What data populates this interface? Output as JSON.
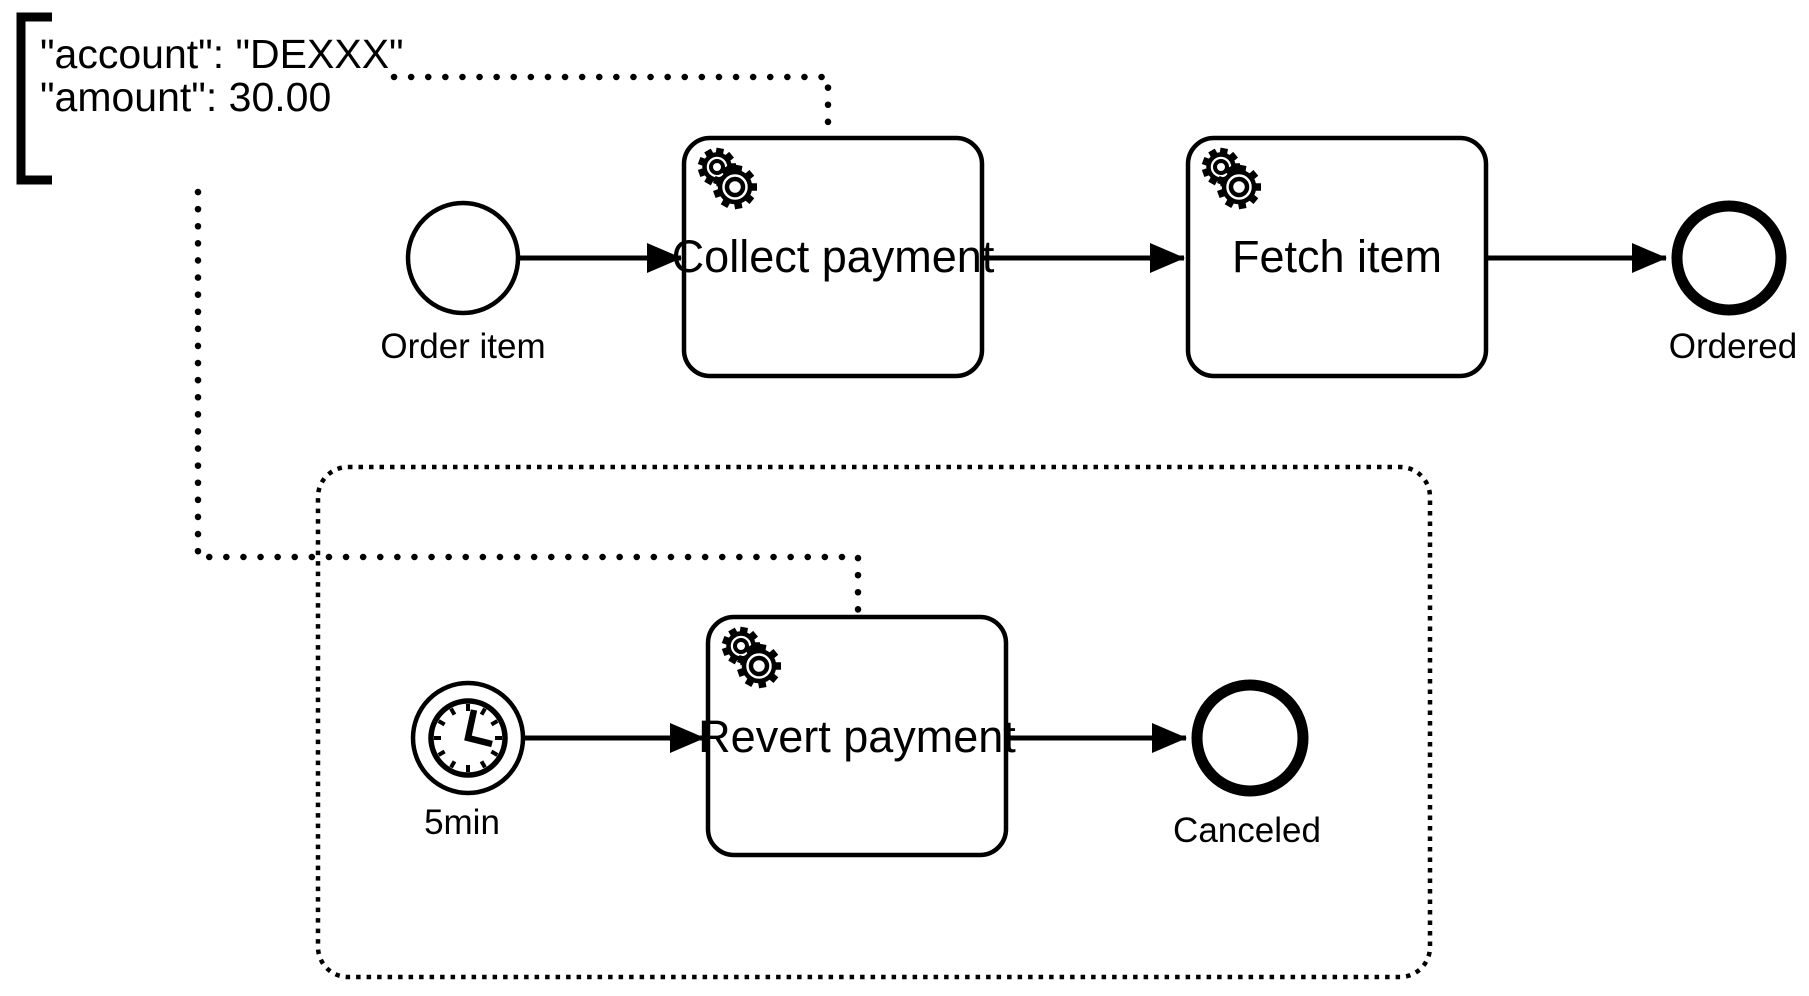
{
  "annotation": {
    "line1": "\"account\": \"DEXXX\"",
    "line2": "\"amount\": 30.00"
  },
  "main_flow": {
    "start_event": {
      "label": "Order item",
      "type": "start-event"
    },
    "tasks": [
      {
        "label": "Collect payment",
        "icon": "service-task-gears-icon"
      },
      {
        "label": "Fetch item",
        "icon": "service-task-gears-icon"
      }
    ],
    "end_event": {
      "label": "Ordered",
      "type": "end-event"
    }
  },
  "event_subprocess": {
    "timer_start_event": {
      "label": "5min",
      "icon": "timer-clock-icon"
    },
    "task": {
      "label": "Revert payment",
      "icon": "service-task-gears-icon"
    },
    "end_event": {
      "label": "Canceled",
      "type": "end-event"
    }
  },
  "colors": {
    "foreground": "#000000",
    "background": "#ffffff"
  }
}
